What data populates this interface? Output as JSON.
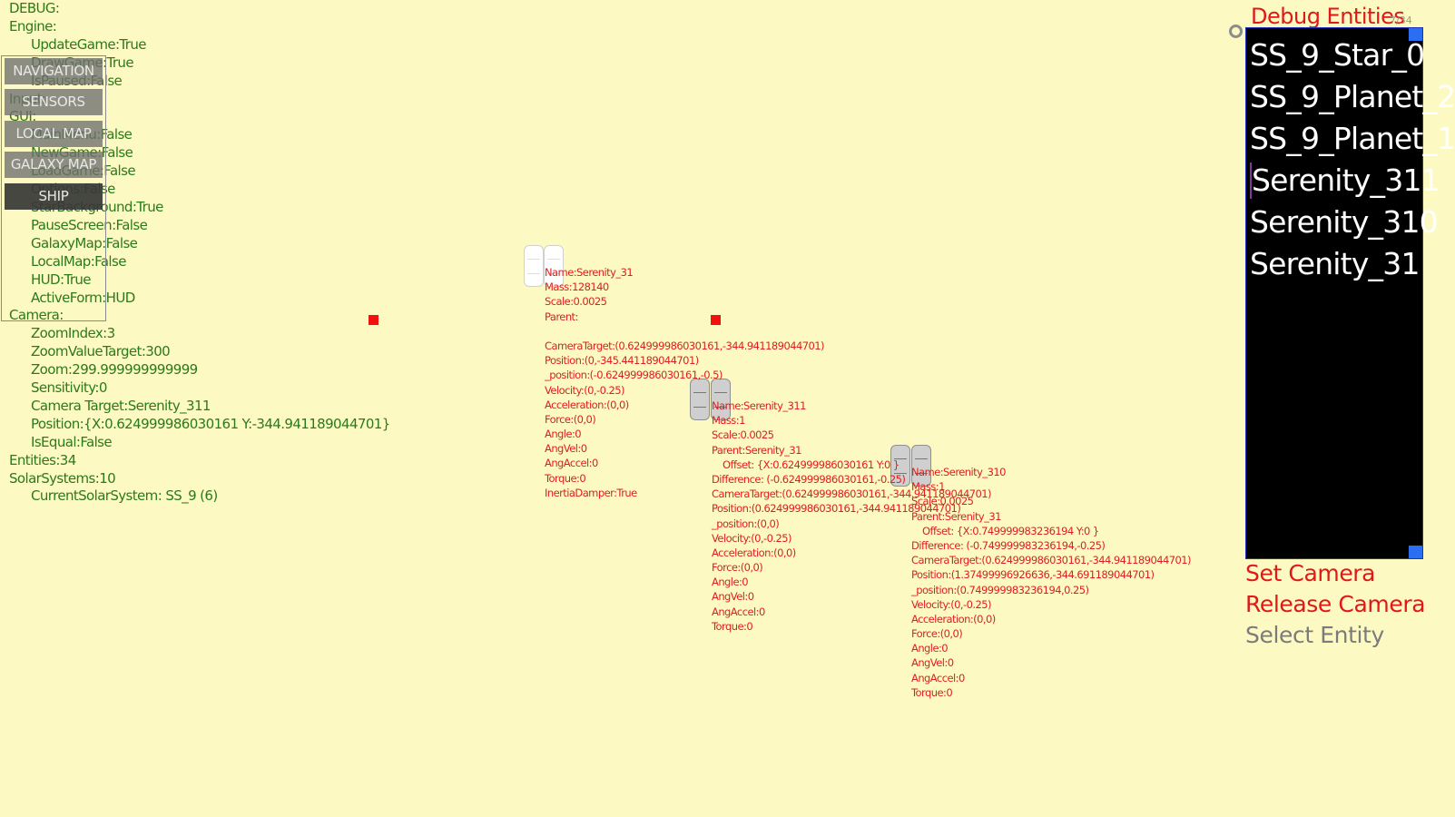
{
  "debug": {
    "lines": [
      "DEBUG:",
      "Engine:",
      "UpdateGame:True",
      "DrawGame:True",
      "IsPaused:False",
      "Input:",
      "GUI:",
      "MainMenu:False",
      "NewGame:False",
      "LoadGame:False",
      "Options:False",
      "StarBackground:True",
      "PauseScreen:False",
      "GalaxyMap:False",
      "LocalMap:False",
      "HUD:True",
      "ActiveForm:HUD",
      "Camera:",
      "ZoomIndex:3",
      "ZoomValueTarget:300",
      "Zoom:299.999999999999",
      "Sensitivity:0",
      "Camera Target:Serenity_311",
      "Position:{X:0.624999986030161 Y:-344.941189044701}",
      "IsEqual:False",
      "Entities:34",
      "SolarSystems:10",
      "CurrentSolarSystem: SS_9 (6)"
    ]
  },
  "nav": {
    "navigation": "NAVIGATION",
    "sensors": "SENSORS",
    "local_map": "LOCAL MAP",
    "galaxy_map": "GALAXY MAP",
    "ship": "SHIP"
  },
  "entities": [
    {
      "lines": [
        "Name:Serenity_31",
        "Mass:128140",
        "Scale:0.0025",
        "Parent:",
        "",
        "CameraTarget:(0.624999986030161,-344.941189044701)",
        "Position:(0,-345.441189044701)",
        "_position:(-0.624999986030161,-0.5)",
        "Velocity:(0,-0.25)",
        "Acceleration:(0,0)",
        "Force:(0,0)",
        "Angle:0",
        "AngVel:0",
        "AngAccel:0",
        "Torque:0",
        "InertiaDamper:True"
      ]
    },
    {
      "lines": [
        "Name:Serenity_311",
        "Mass:1",
        "Scale:0.0025",
        "Parent:Serenity_31",
        "Offset: {X:0.624999986030161 Y:0 }",
        "Difference: (-0.624999986030161,-0.25)",
        "CameraTarget:(0.624999986030161,-344.941189044701)",
        "Position:(0.624999986030161,-344.941189044701)",
        "_position:(0,0)",
        "Velocity:(0,-0.25)",
        "Acceleration:(0,0)",
        "Force:(0,0)",
        "Angle:0",
        "AngVel:0",
        "AngAccel:0",
        "Torque:0"
      ]
    },
    {
      "lines": [
        "Name:Serenity_310",
        "Mass:1",
        "Scale:0.0025",
        "Parent:Serenity_31",
        "Offset: {X:0.749999983236194 Y:0 }",
        "Difference: (-0.749999983236194,-0.25)",
        "CameraTarget:(0.624999986030161,-344.941189044701)",
        "Position:(1.37499996926636,-344.691189044701)",
        "_position:(0.749999983236194,0.25)",
        "Velocity:(0,-0.25)",
        "Acceleration:(0,0)",
        "Force:(0,0)",
        "Angle:0",
        "AngVel:0",
        "AngAccel:0",
        "Torque:0"
      ]
    }
  ],
  "debug_entities": {
    "title": "Debug Entities",
    "count": "7/34",
    "items": [
      "SS_9_Star_0",
      "SS_9_Planet_2",
      "SS_9_Planet_1",
      "Serenity_311",
      "Serenity_310",
      "Serenity_31"
    ],
    "selected_index": 3
  },
  "commands": {
    "set_camera": "Set Camera",
    "release_camera": "Release Camera",
    "select_entity": "Select Entity"
  },
  "colors": {
    "background": "#fdf9c3",
    "debug_text": "#2c7a1a",
    "info_text": "#e01e1e",
    "accent_blue": "#2a6ef2"
  }
}
